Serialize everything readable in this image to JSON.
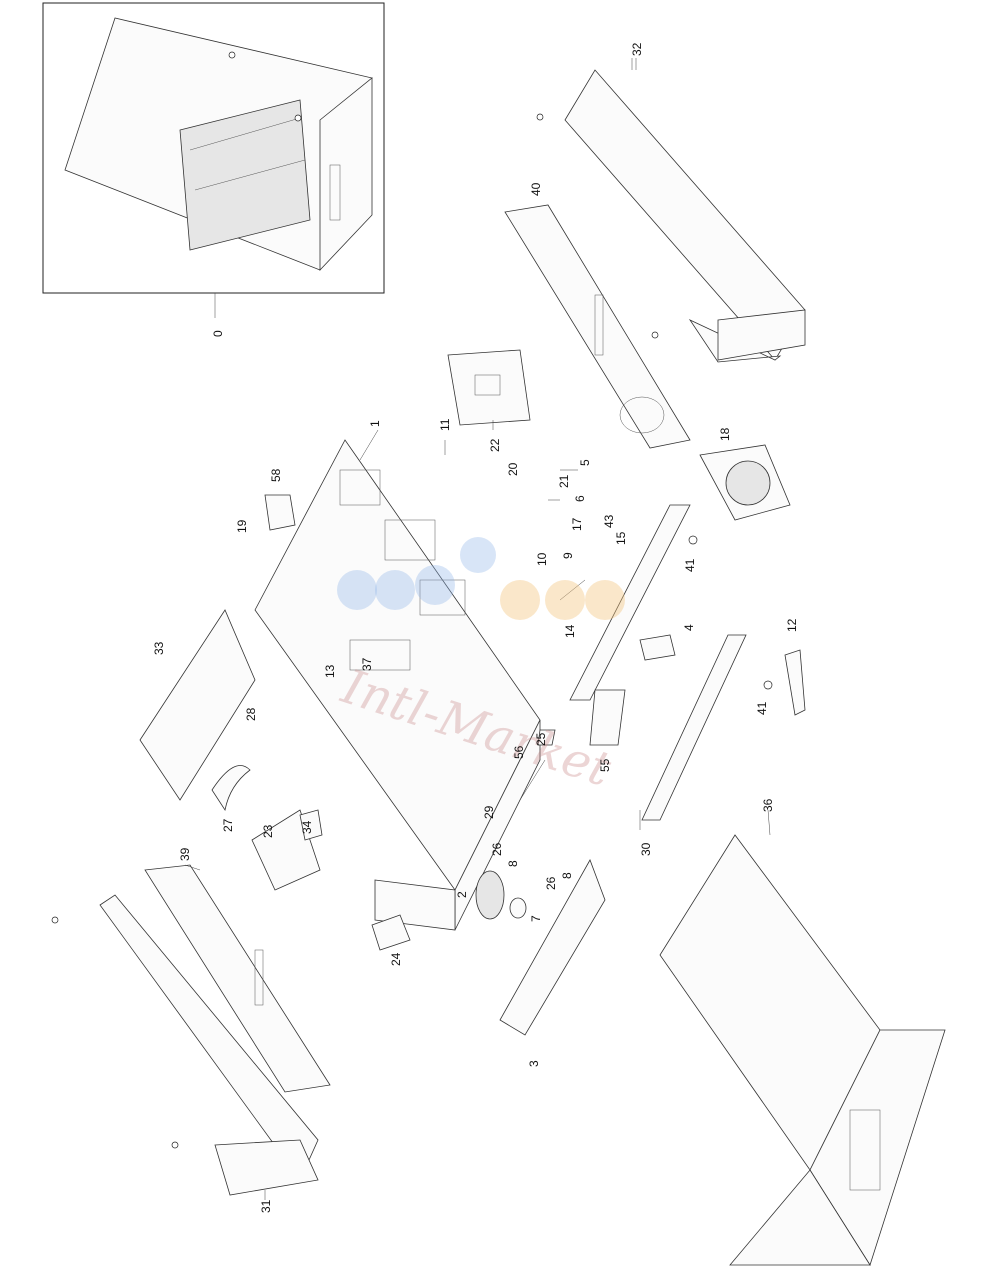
{
  "callouts": {
    "c0": "0",
    "c1": "1",
    "c2": "2",
    "c3": "3",
    "c4": "4",
    "c5": "5",
    "c6": "6",
    "c7": "7",
    "c8a": "8",
    "c8b": "8",
    "c9": "9",
    "c10": "10",
    "c11": "11",
    "c12": "12",
    "c13": "13",
    "c14": "14",
    "c15": "15",
    "c17": "17",
    "c18": "18",
    "c19": "19",
    "c20": "20",
    "c21": "21",
    "c22": "22",
    "c23": "23",
    "c24": "24",
    "c25": "25",
    "c26a": "26",
    "c26b": "26",
    "c27": "27",
    "c28": "28",
    "c29": "29",
    "c30": "30",
    "c31": "31",
    "c32": "32",
    "c33": "33",
    "c34": "34",
    "c36": "36",
    "c37": "37",
    "c39": "39",
    "c40": "40",
    "c41a": "41",
    "c41b": "41",
    "c43": "43",
    "c55": "55",
    "c56": "56",
    "c58": "58"
  },
  "watermark": "Intl-Market",
  "colors": {
    "line": "#333333",
    "watermark": "#c98a8a",
    "wm_blue": "#8fb4e8",
    "wm_orange": "#f3c27a"
  }
}
